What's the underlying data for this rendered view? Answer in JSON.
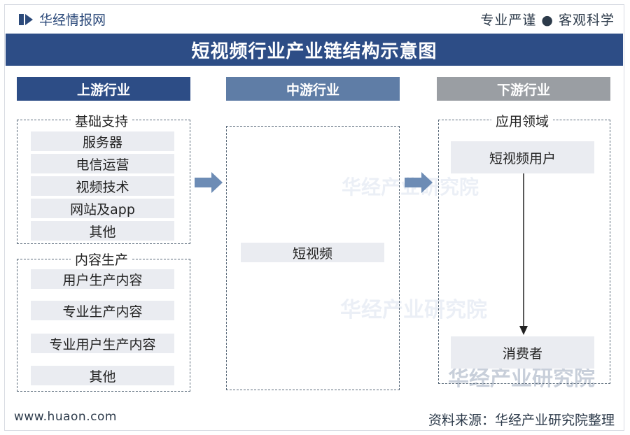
{
  "header": {
    "brand": "华经情报网",
    "motto": "专业严谨 ● 客观科学"
  },
  "title": "短视频行业产业链结构示意图",
  "columns": {
    "upstream": {
      "heading": "上游行业",
      "groups": [
        {
          "label": "基础支持",
          "items": [
            "服务器",
            "电信运营",
            "视频技术",
            "网站及app",
            "其他"
          ]
        },
        {
          "label": "内容生产",
          "items": [
            "用户生产内容",
            "专业生产内容",
            "专业用户生产内容",
            "其他"
          ]
        }
      ]
    },
    "midstream": {
      "heading": "中游行业",
      "items": [
        "短视频"
      ]
    },
    "downstream": {
      "heading": "下游行业",
      "group_label": "应用领域",
      "items": [
        "短视频用户",
        "消费者"
      ]
    }
  },
  "watermarks": [
    "华经产业研究院"
  ],
  "footer": {
    "website": "www.huaon.com",
    "source": "资料来源：华经产业研究院整理"
  },
  "colors": {
    "title_bg": "#2d4d86",
    "upstream_head": "#2d4d86",
    "midstream_head": "#5f7da6",
    "downstream_head": "#9a9ea3",
    "item_bg": "#eaecf1",
    "arrow": "#6d8cb5"
  }
}
